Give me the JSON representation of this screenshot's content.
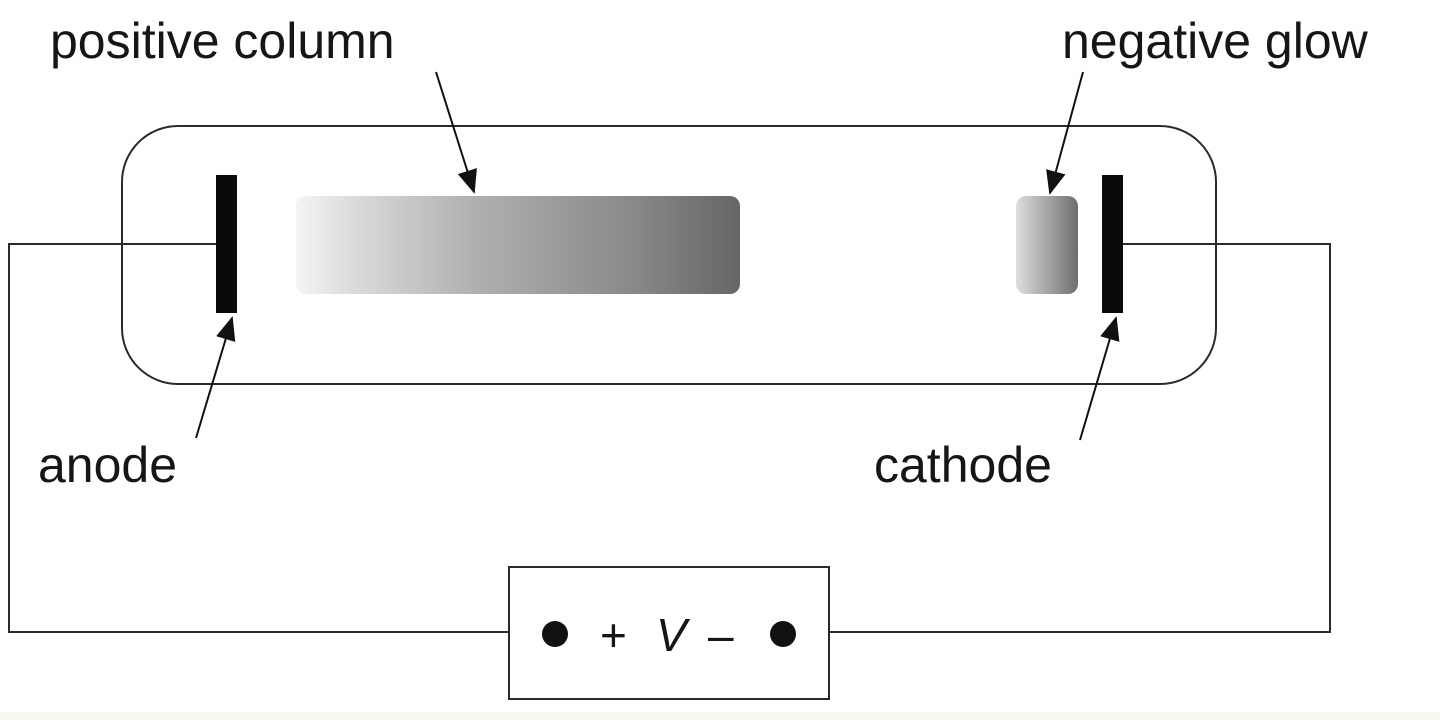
{
  "diagram": {
    "labels": {
      "positive_column": "positive column",
      "negative_glow": "negative glow",
      "anode": "anode",
      "cathode": "cathode"
    },
    "supply": {
      "plus": "+",
      "voltage": "V",
      "minus": "–"
    },
    "colors": {
      "line": "#2a2a2a",
      "electrode": "#0a0a0a",
      "glow_light": "#f2f2f2",
      "glow_dark": "#6a6a6a"
    }
  }
}
